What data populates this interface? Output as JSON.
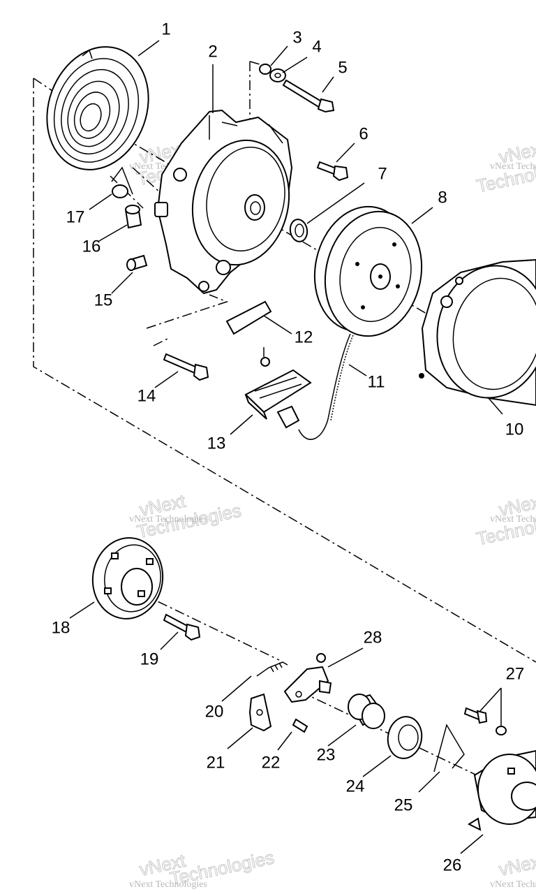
{
  "parts": [
    {
      "id": "1",
      "label": "1"
    },
    {
      "id": "2",
      "label": "2"
    },
    {
      "id": "3",
      "label": "3"
    },
    {
      "id": "4",
      "label": "4"
    },
    {
      "id": "5",
      "label": "5"
    },
    {
      "id": "6",
      "label": "6"
    },
    {
      "id": "7",
      "label": "7"
    },
    {
      "id": "8",
      "label": "8"
    },
    {
      "id": "10",
      "label": "10"
    },
    {
      "id": "11",
      "label": "11"
    },
    {
      "id": "12",
      "label": "12"
    },
    {
      "id": "13",
      "label": "13"
    },
    {
      "id": "14",
      "label": "14"
    },
    {
      "id": "15",
      "label": "15"
    },
    {
      "id": "16",
      "label": "16"
    },
    {
      "id": "17",
      "label": "17"
    },
    {
      "id": "18",
      "label": "18"
    },
    {
      "id": "19",
      "label": "19"
    },
    {
      "id": "20",
      "label": "20"
    },
    {
      "id": "21",
      "label": "21"
    },
    {
      "id": "22",
      "label": "22"
    },
    {
      "id": "23",
      "label": "23"
    },
    {
      "id": "24",
      "label": "24"
    },
    {
      "id": "25",
      "label": "25"
    },
    {
      "id": "26",
      "label": "26"
    },
    {
      "id": "27",
      "label": "27"
    },
    {
      "id": "28",
      "label": "28"
    }
  ],
  "watermark": {
    "small": "vNext Technologies",
    "big_line1": "vNext",
    "big_line2": "Technologies"
  }
}
